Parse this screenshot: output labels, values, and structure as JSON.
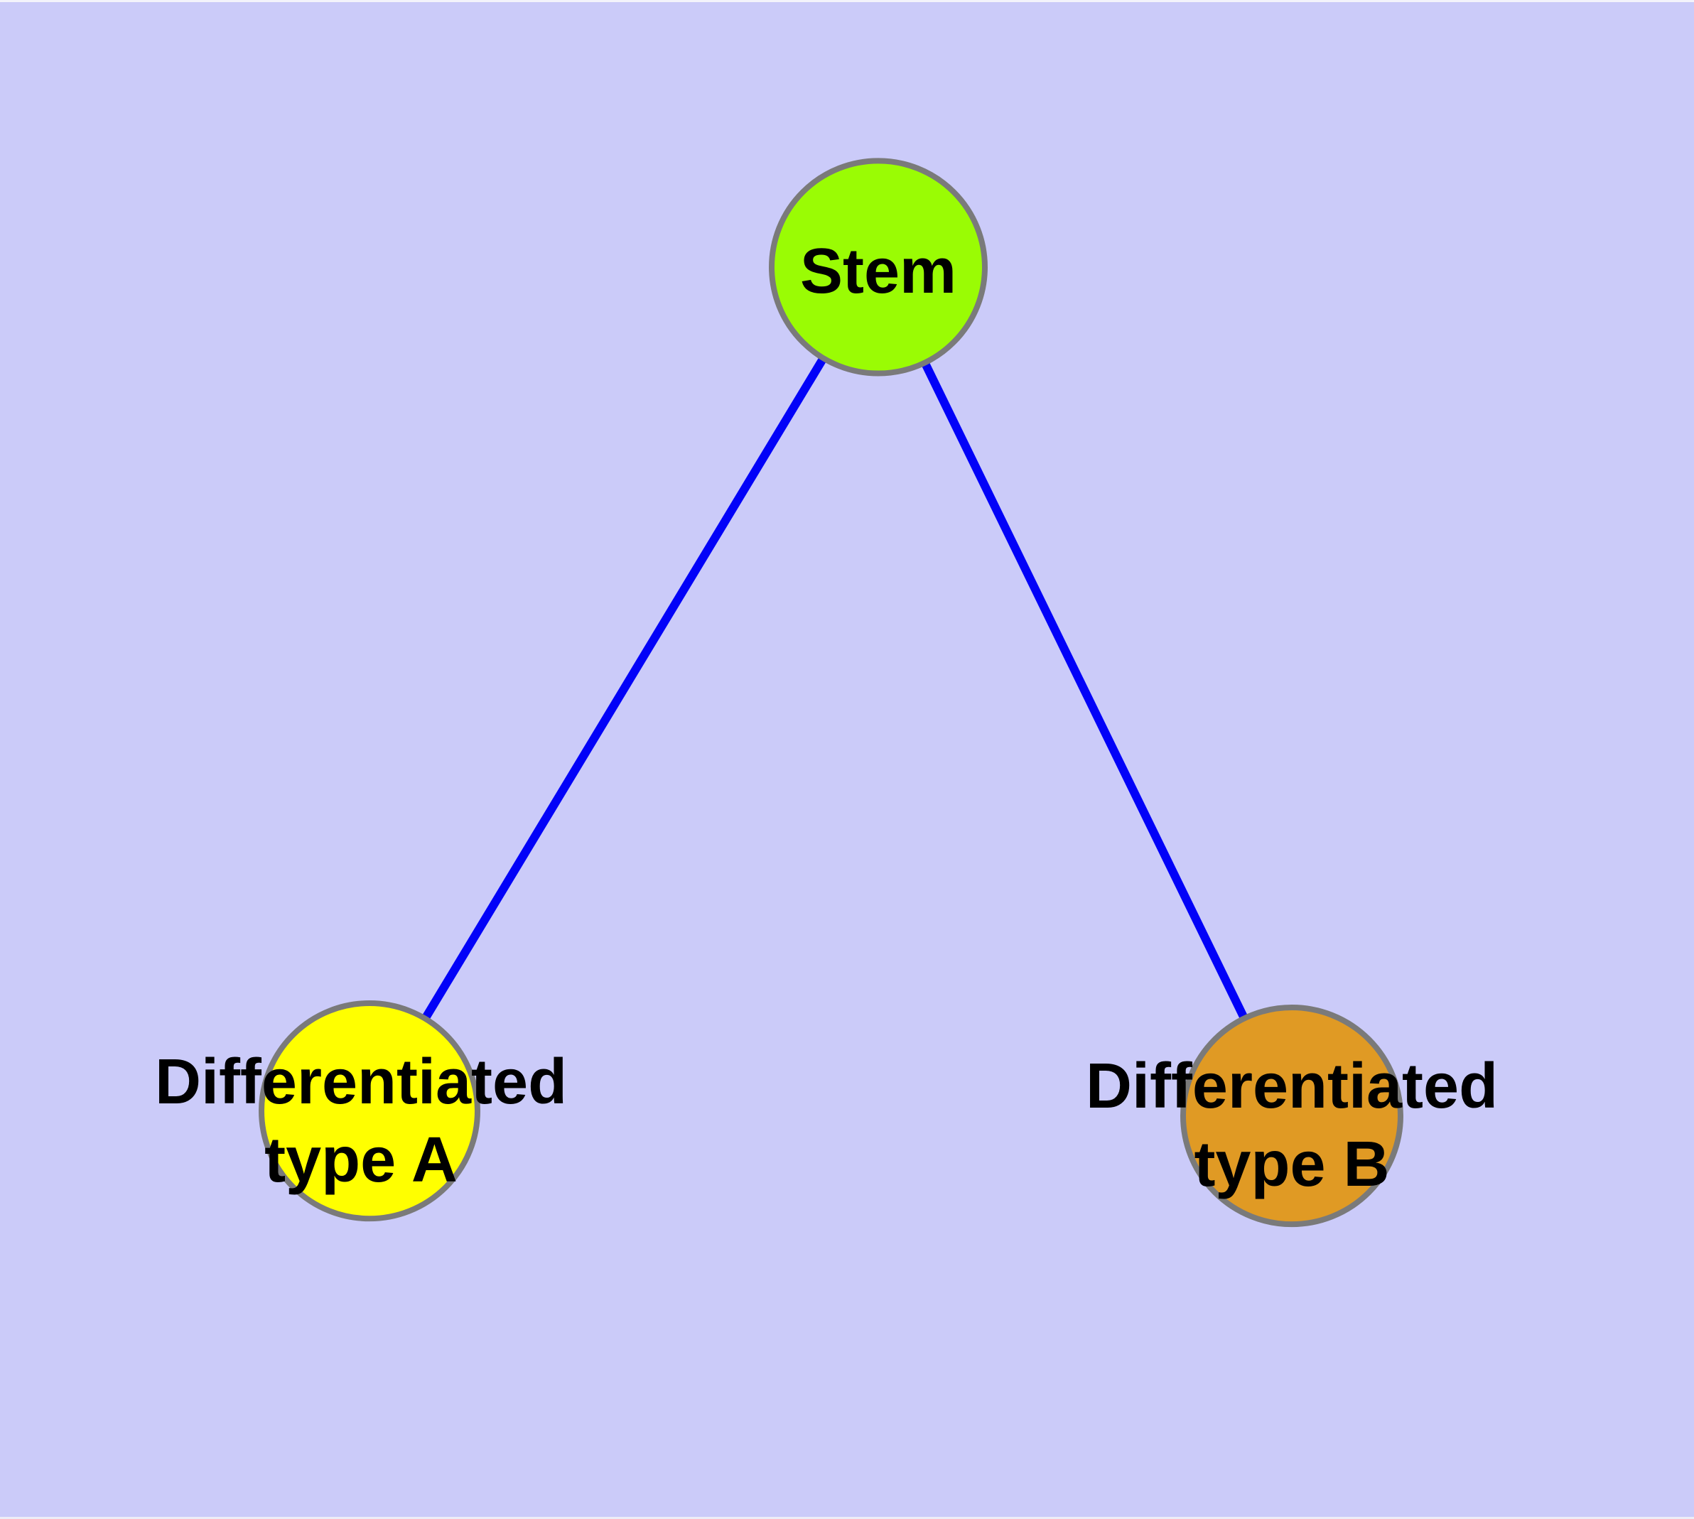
{
  "diagram": {
    "type": "node-link-graph",
    "background_color": "#CBCBF9",
    "edge_color": "#0202F8",
    "node_border_color": "#7A7A7A",
    "label_color": "#000000",
    "nodes": {
      "stem": {
        "label": "Stem",
        "fill": "#9AFC04"
      },
      "type_a": {
        "label": "Differentiated\ntype A",
        "fill": "#FFFF00"
      },
      "type_b": {
        "label": "Differentiated\ntype B",
        "fill": "#E09A24"
      }
    },
    "edges": [
      {
        "from": "Stem",
        "to": "Differentiated type A"
      },
      {
        "from": "Stem",
        "to": "Differentiated type B"
      }
    ]
  }
}
